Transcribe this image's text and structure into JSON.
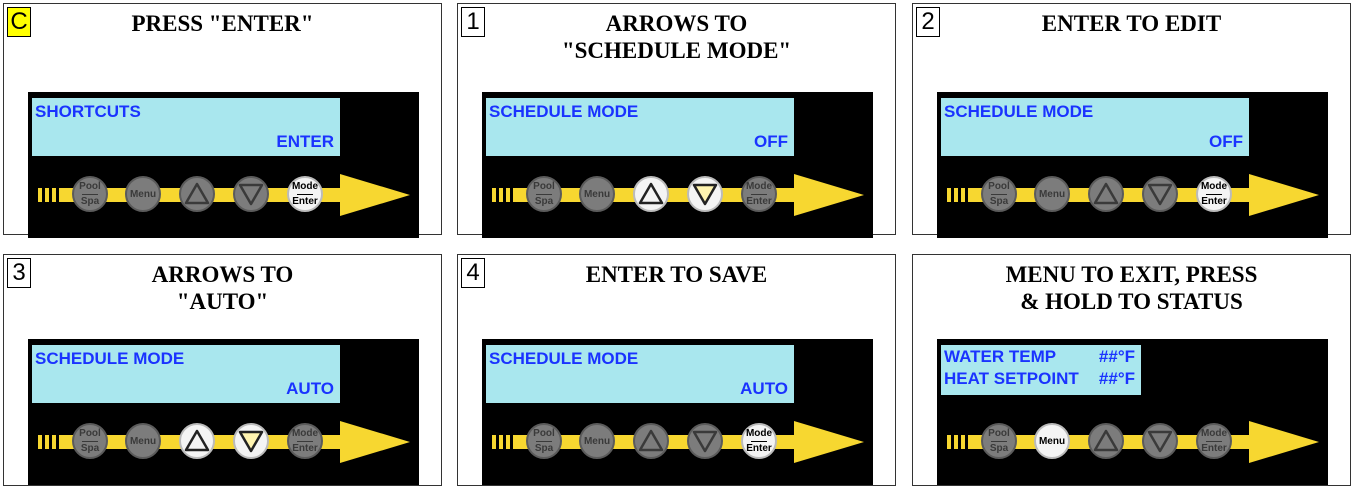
{
  "panels": [
    {
      "badge": "C",
      "badge_color": "#ffff00",
      "title": [
        "PRESS \"ENTER\""
      ],
      "lcd": {
        "line1": "SHORTCUTS",
        "line2": "ENTER"
      },
      "highlighted": [
        "mode-enter"
      ]
    },
    {
      "badge": "1",
      "title": [
        "ARROWS TO",
        "\"SCHEDULE MODE\""
      ],
      "lcd": {
        "line1": "SCHEDULE MODE",
        "line2": "OFF"
      },
      "highlighted": [
        "up",
        "down"
      ]
    },
    {
      "badge": "2",
      "title": [
        "ENTER TO EDIT"
      ],
      "lcd": {
        "line1": "SCHEDULE MODE",
        "line2": "OFF"
      },
      "highlighted": [
        "mode-enter"
      ]
    },
    {
      "badge": "3",
      "title": [
        "ARROWS TO",
        "\"AUTO\""
      ],
      "lcd": {
        "line1": "SCHEDULE MODE",
        "line2": "AUTO"
      },
      "highlighted": [
        "up",
        "down"
      ]
    },
    {
      "badge": "4",
      "title": [
        "ENTER TO SAVE"
      ],
      "lcd": {
        "line1": "SCHEDULE MODE",
        "line2": "AUTO"
      },
      "highlighted": [
        "mode-enter"
      ]
    },
    {
      "badge": "",
      "title": [
        "MENU TO EXIT, PRESS",
        "& HOLD TO STATUS"
      ],
      "lcd": {
        "row1_left": "WATER TEMP",
        "row1_right": "##°F",
        "row2_left": "HEAT SETPOINT",
        "row2_right": "##°F"
      },
      "highlighted": [
        "menu"
      ]
    }
  ],
  "buttons": {
    "pool_spa": {
      "top": "Pool",
      "bottom": "Spa"
    },
    "menu": "Menu",
    "mode_enter": {
      "top": "Mode",
      "bottom": "Enter"
    },
    "up_icon": "triangle-up-icon",
    "down_icon": "triangle-down-icon"
  },
  "colors": {
    "lcd_background": "#a9e7ee",
    "lcd_text": "#1a33ff",
    "arrow_bar": "#f7d730",
    "badge_highlight": "#ffff00"
  }
}
